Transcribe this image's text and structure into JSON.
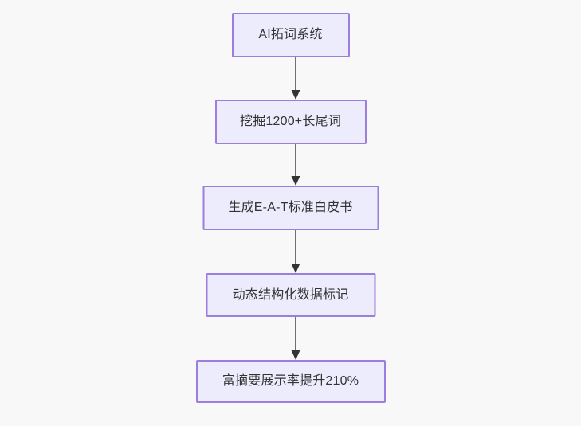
{
  "diagram": {
    "type": "flowchart",
    "orientation": "top-to-bottom",
    "background_color": "#f8f8f8",
    "node_fill_color": "#ececfc",
    "node_border_color": "#9b7ede",
    "node_text_color": "#333333",
    "edge_color": "#707070",
    "arrowhead_color": "#333333",
    "nodes": [
      {
        "id": "n0",
        "label": "AI拓词系统"
      },
      {
        "id": "n1",
        "label": "挖掘1200+长尾词"
      },
      {
        "id": "n2",
        "label": "生成E-A-T标准白皮书"
      },
      {
        "id": "n3",
        "label": "动态结构化数据标记"
      },
      {
        "id": "n4",
        "label": "富摘要展示率提升210%"
      }
    ],
    "edges": [
      {
        "from": "n0",
        "to": "n1",
        "label": ""
      },
      {
        "from": "n1",
        "to": "n2",
        "label": ""
      },
      {
        "from": "n2",
        "to": "n3",
        "label": ""
      },
      {
        "from": "n3",
        "to": "n4",
        "label": ""
      }
    ]
  }
}
